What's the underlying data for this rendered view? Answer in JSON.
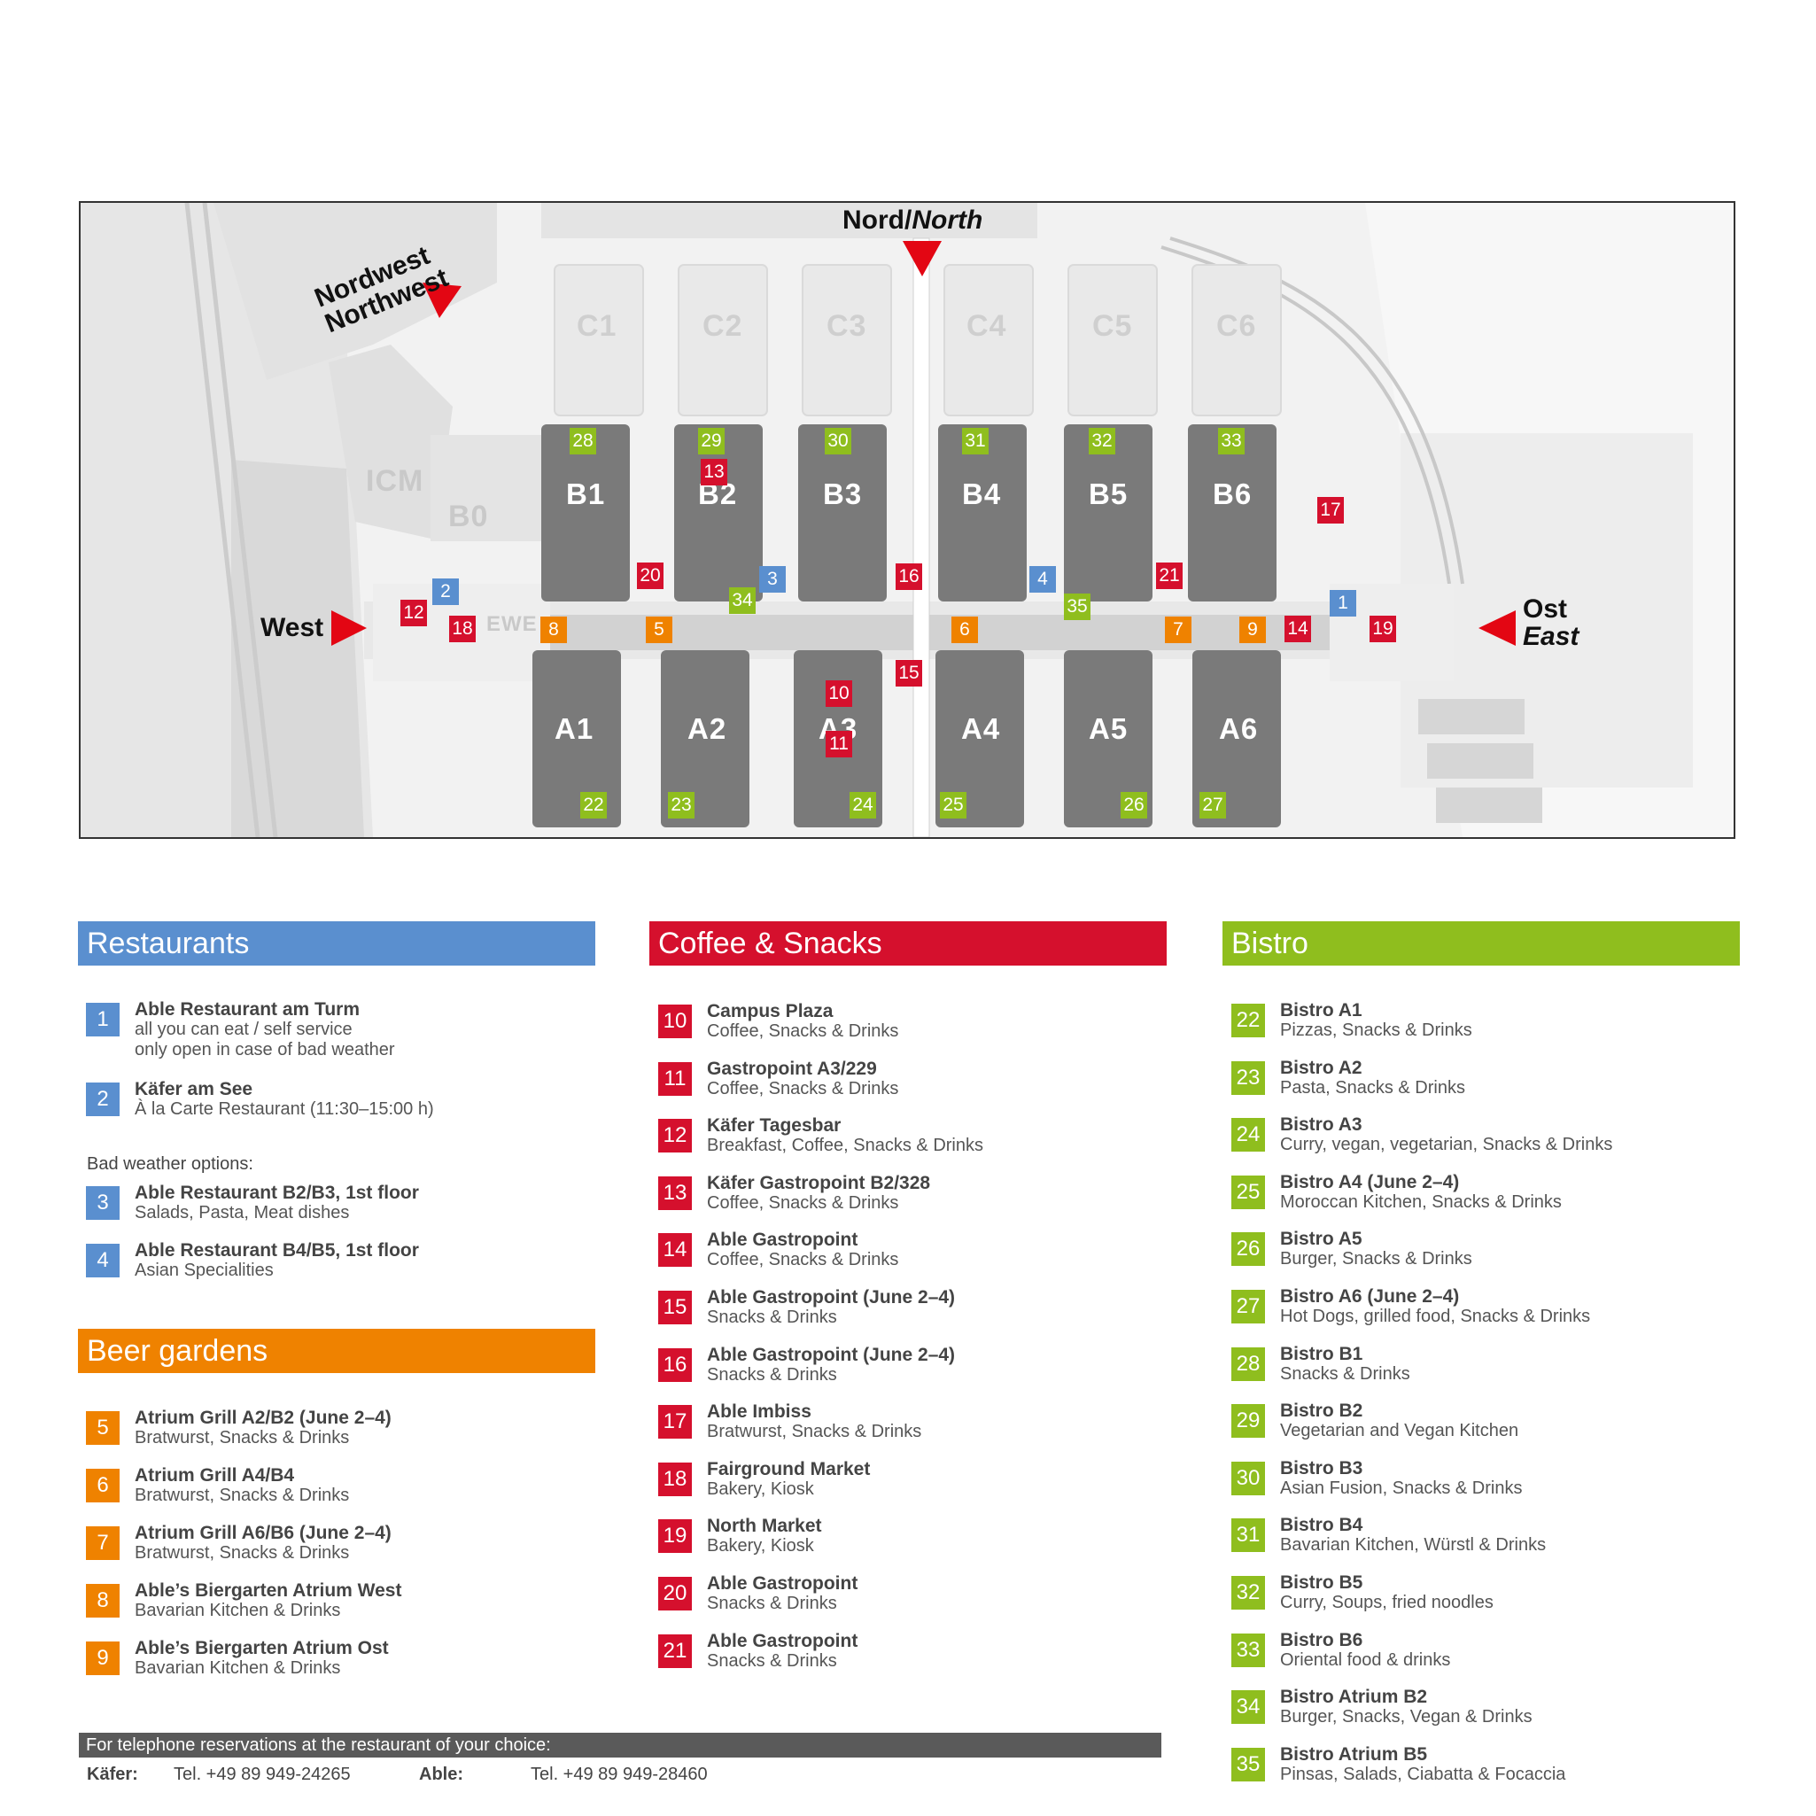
{
  "colors": {
    "restaurant": "#5a8fcf",
    "coffee": "#d5102d",
    "beer": "#ef8200",
    "bistro": "#8fbe1e",
    "hall": "#7a7a7a",
    "arrow": "#e30613"
  },
  "map": {
    "entrances": {
      "north": "Nord",
      "north_en": "North",
      "northwest": "Nordwest",
      "northwest_en": "Northwest",
      "west": "West",
      "east": "Ost",
      "east_en": "East",
      "sep": "/"
    },
    "halls_b": [
      "B1",
      "B2",
      "B3",
      "B4",
      "B5",
      "B6"
    ],
    "halls_a": [
      "A1",
      "A2",
      "A3",
      "A4",
      "A5",
      "A6"
    ],
    "halls_c": [
      "C1",
      "C2",
      "C3",
      "C4",
      "C5",
      "C6"
    ],
    "other_labels": {
      "icm": "ICM",
      "b0": "B0",
      "ewe": "EWE"
    },
    "markers": {
      "restaurant": [
        "1",
        "2",
        "3",
        "4"
      ],
      "beer": [
        "5",
        "6",
        "7",
        "8",
        "9"
      ],
      "coffee": [
        "10",
        "11",
        "12",
        "13",
        "14",
        "15",
        "16",
        "17",
        "18",
        "19",
        "20",
        "21"
      ],
      "bistro": [
        "22",
        "23",
        "24",
        "25",
        "26",
        "27",
        "28",
        "29",
        "30",
        "31",
        "32",
        "33",
        "34",
        "35"
      ]
    }
  },
  "restaurants": {
    "title": "Restaurants",
    "items": [
      {
        "num": "1",
        "title": "Able Restaurant am Turm",
        "desc": "all you can eat / self service\nonly open in case of bad weather"
      },
      {
        "num": "2",
        "title": "Käfer am See",
        "desc": "À la Carte Restaurant (11:30–15:00 h)"
      }
    ],
    "bad_weather_label": "Bad weather options:",
    "bad_weather": [
      {
        "num": "3",
        "title": "Able Restaurant B2/B3, 1st floor",
        "desc": "Salads, Pasta, Meat dishes"
      },
      {
        "num": "4",
        "title": "Able Restaurant B4/B5, 1st floor",
        "desc": "Asian Specialities"
      }
    ]
  },
  "beer_gardens": {
    "title": "Beer gardens",
    "items": [
      {
        "num": "5",
        "title": "Atrium Grill A2/B2 (June 2–4)",
        "desc": "Bratwurst, Snacks & Drinks"
      },
      {
        "num": "6",
        "title": "Atrium Grill A4/B4",
        "desc": "Bratwurst, Snacks & Drinks"
      },
      {
        "num": "7",
        "title": "Atrium Grill A6/B6 (June 2–4)",
        "desc": "Bratwurst, Snacks & Drinks"
      },
      {
        "num": "8",
        "title": "Able’s Biergarten Atrium West",
        "desc": "Bavarian Kitchen & Drinks"
      },
      {
        "num": "9",
        "title": "Able’s Biergarten Atrium Ost",
        "desc": "Bavarian Kitchen & Drinks"
      }
    ]
  },
  "coffee": {
    "title": "Coffee & Snacks",
    "items": [
      {
        "num": "10",
        "title": "Campus Plaza",
        "desc": "Coffee, Snacks & Drinks"
      },
      {
        "num": "11",
        "title": "Gastropoint A3/229",
        "desc": "Coffee, Snacks & Drinks"
      },
      {
        "num": "12",
        "title": "Käfer Tagesbar",
        "desc": "Breakfast, Coffee, Snacks & Drinks"
      },
      {
        "num": "13",
        "title": "Käfer Gastropoint B2/328",
        "desc": "Coffee, Snacks & Drinks"
      },
      {
        "num": "14",
        "title": "Able Gastropoint",
        "desc": "Coffee, Snacks & Drinks"
      },
      {
        "num": "15",
        "title": "Able Gastropoint (June 2–4)",
        "desc": "Snacks & Drinks"
      },
      {
        "num": "16",
        "title": "Able Gastropoint (June 2–4)",
        "desc": "Snacks & Drinks"
      },
      {
        "num": "17",
        "title": "Able Imbiss",
        "desc": "Bratwurst, Snacks & Drinks"
      },
      {
        "num": "18",
        "title": "Fairground Market",
        "desc": "Bakery, Kiosk"
      },
      {
        "num": "19",
        "title": "North Market",
        "desc": "Bakery, Kiosk"
      },
      {
        "num": "20",
        "title": "Able Gastropoint",
        "desc": "Snacks & Drinks"
      },
      {
        "num": "21",
        "title": "Able Gastropoint",
        "desc": "Snacks & Drinks"
      }
    ]
  },
  "bistro": {
    "title": "Bistro",
    "items": [
      {
        "num": "22",
        "title": "Bistro A1",
        "desc": "Pizzas, Snacks & Drinks"
      },
      {
        "num": "23",
        "title": "Bistro A2",
        "desc": "Pasta, Snacks & Drinks"
      },
      {
        "num": "24",
        "title": "Bistro A3",
        "desc": "Curry, vegan, vegetarian, Snacks & Drinks"
      },
      {
        "num": "25",
        "title": "Bistro A4 (June 2–4)",
        "desc": "Moroccan Kitchen, Snacks & Drinks"
      },
      {
        "num": "26",
        "title": "Bistro A5",
        "desc": "Burger, Snacks & Drinks"
      },
      {
        "num": "27",
        "title": "Bistro A6 (June 2–4)",
        "desc": "Hot Dogs, grilled food, Snacks & Drinks"
      },
      {
        "num": "28",
        "title": "Bistro B1",
        "desc": "Snacks & Drinks"
      },
      {
        "num": "29",
        "title": "Bistro B2",
        "desc": "Vegetarian and Vegan Kitchen"
      },
      {
        "num": "30",
        "title": "Bistro B3",
        "desc": "Asian Fusion, Snacks & Drinks"
      },
      {
        "num": "31",
        "title": "Bistro B4",
        "desc": "Bavarian Kitchen, Würstl & Drinks"
      },
      {
        "num": "32",
        "title": "Bistro B5",
        "desc": "Curry, Soups, fried noodles"
      },
      {
        "num": "33",
        "title": "Bistro B6",
        "desc": "Oriental food & drinks"
      },
      {
        "num": "34",
        "title": "Bistro Atrium B2",
        "desc": "Burger, Snacks, Vegan & Drinks"
      },
      {
        "num": "35",
        "title": "Bistro Atrium B5",
        "desc": "Pinsas, Salads, Ciabatta & Focaccia"
      }
    ]
  },
  "reservations": {
    "title": "For telephone reservations at the restaurant of your choice:",
    "kaefer_label": "Käfer:",
    "kaefer_tel": "Tel. +49 89 949-24265",
    "able_label": "Able:",
    "able_tel": "Tel. +49 89 949-28460"
  }
}
